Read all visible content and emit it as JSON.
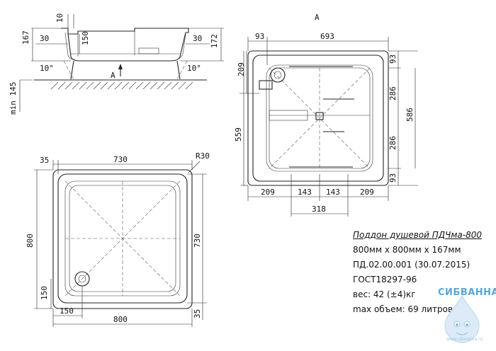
{
  "side_view": {
    "dims": [
      "167",
      "30",
      "10",
      "150",
      "30",
      "172",
      "10°",
      "10°",
      "min 145"
    ],
    "section_label": "А"
  },
  "top_view": {
    "dims": [
      "35",
      "730",
      "R30",
      "800",
      "730",
      "150",
      "150",
      "800",
      "35"
    ]
  },
  "view_a": {
    "label": "А",
    "dims": [
      "93",
      "693",
      "209",
      "559",
      "93",
      "286",
      "586",
      "286",
      "93",
      "209",
      "143",
      "143",
      "209",
      "318"
    ]
  },
  "info": {
    "title": "Поддон душевой ПДЧма-800",
    "size": "800мм x 800мм x 167мм",
    "code": "ПД.02.00.001 (30.07.2015)",
    "gost": "ГОСТ18297-96",
    "weight": "вес: 42 (±4)кг",
    "volume": "max объем: 69 литров"
  },
  "logo": {
    "name": "СИБВАННА",
    "site": "www.sibvanna.ru",
    "color": "#5aa7d8"
  }
}
